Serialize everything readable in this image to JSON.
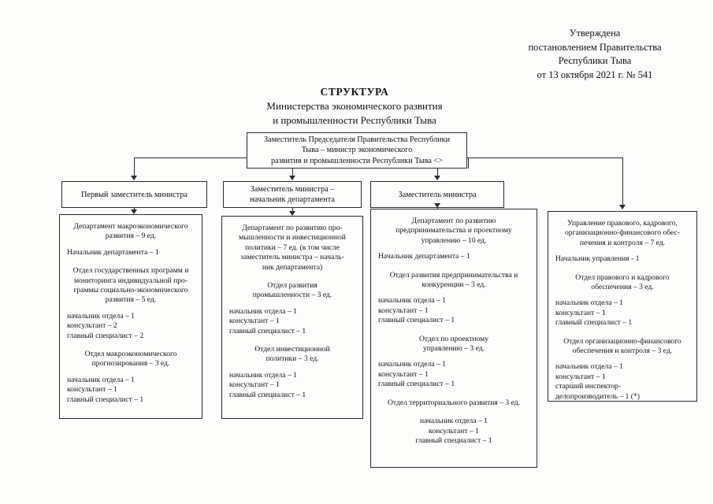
{
  "approval": {
    "lines": [
      "Утверждена",
      "постановлением Правительства",
      "Республики Тыва",
      "от 13 октября 2021 г. № 541"
    ]
  },
  "title": {
    "heading": "СТРУКТУРА",
    "line2": "Министерства экономического развития",
    "line3": "и промышленности Республики Тыва"
  },
  "top_box": {
    "line1": "Заместитель Председателя Правительства Республики",
    "line2": "Тыва – министр экономического",
    "line3": "развития и промышленности Республики Тыва <>"
  },
  "level2": [
    {
      "line1": "Первый заместитель министра",
      "line2": ""
    },
    {
      "line1": "Заместитель министра –",
      "line2": "начальник департамента"
    },
    {
      "line1": "Заместитель министра",
      "line2": ""
    }
  ],
  "departments": [
    {
      "name": "dept-macroeconomic-development",
      "blocks": [
        {
          "align": "center",
          "lines": [
            "Департамент макроэкономического",
            "развития – 9 ед."
          ]
        },
        {
          "align": "left",
          "lines": [
            "Начальник департамента – 1"
          ]
        },
        {
          "align": "center",
          "lines": [
            "Отдел государственных программ и",
            "мониторинга индивидуальной про-",
            "граммы социально-экономического",
            "развития – 5 ед."
          ]
        },
        {
          "align": "left",
          "lines": [
            "начальник отдела – 1",
            "консультант – 2",
            "главный специалист – 2"
          ]
        },
        {
          "align": "center",
          "lines": [
            "Отдел макроэкономического",
            "прогнозирования – 3 ед."
          ]
        },
        {
          "align": "left",
          "lines": [
            "начальник отдела – 1",
            "консультант – 1",
            "главный специалист – 1"
          ]
        }
      ]
    },
    {
      "name": "dept-industry-investment-policy",
      "blocks": [
        {
          "align": "center",
          "lines": [
            "Департамент по развитию про-",
            "мышленности и инвестиционной",
            "политики – 7 ед. (в том числе",
            "заместитель министра – началь-",
            "ник департамента)"
          ]
        },
        {
          "align": "center",
          "lines": [
            "Отдел развития",
            "промышленности – 3 ед."
          ]
        },
        {
          "align": "left",
          "lines": [
            "начальник отдела – 1",
            "консультант – 1",
            "главный специалист – 1"
          ]
        },
        {
          "align": "center",
          "lines": [
            "Отдел инвестиционной",
            "политики – 3 ед."
          ]
        },
        {
          "align": "left",
          "lines": [
            "начальник отдела – 1",
            "консультант – 1",
            "главный специалист – 1"
          ]
        }
      ]
    },
    {
      "name": "dept-entrepreneurship-project-management",
      "blocks": [
        {
          "align": "center",
          "lines": [
            "Департамент по развитию",
            "предпринимательства и проектному",
            "управлению – 10 ед."
          ]
        },
        {
          "align": "left",
          "lines": [
            "Начальник департамента – 1"
          ]
        },
        {
          "align": "center",
          "lines": [
            "Отдел развития предпринимательства и",
            "конкуренции – 3 ед."
          ]
        },
        {
          "align": "left",
          "lines": [
            "начальник отдела – 1",
            "консультант – 1",
            "главный специалист – 1"
          ]
        },
        {
          "align": "center",
          "lines": [
            "Отдел по проектному",
            "управлению – 3 ед."
          ]
        },
        {
          "align": "left",
          "lines": [
            "начальник отдела – 1",
            "консультант – 1",
            "главный специалист – 1"
          ]
        },
        {
          "align": "center",
          "lines": [
            "Отдел территориального развития – 3 ед."
          ]
        },
        {
          "align": "center",
          "lines": [
            "начальник отдела – 1",
            "консультант – 1",
            "главный специалист – 1"
          ]
        }
      ]
    },
    {
      "name": "dept-legal-hr-organizational-financial",
      "blocks": [
        {
          "align": "center",
          "lines": [
            "Управление правового, кадрового,",
            "организационно-финансового обес-",
            "печения и контроля – 7 ед."
          ]
        },
        {
          "align": "left",
          "lines": [
            "Начальник управления - 1"
          ]
        },
        {
          "align": "center",
          "lines": [
            "Отдел правового и кадрового",
            "обеспечения – 3 ед."
          ]
        },
        {
          "align": "left",
          "lines": [
            "начальник отдела – 1",
            "консультант – 1",
            "главный специалист – 1"
          ]
        },
        {
          "align": "center",
          "lines": [
            "Отдел организационно-финансового",
            "обеспечения и контроля – 3 ед."
          ]
        },
        {
          "align": "left",
          "lines": [
            "начальник отдела – 1",
            "консультант – 1",
            "старший инспектор-",
            "делопроизводитель – 1 (*)"
          ]
        }
      ]
    }
  ]
}
